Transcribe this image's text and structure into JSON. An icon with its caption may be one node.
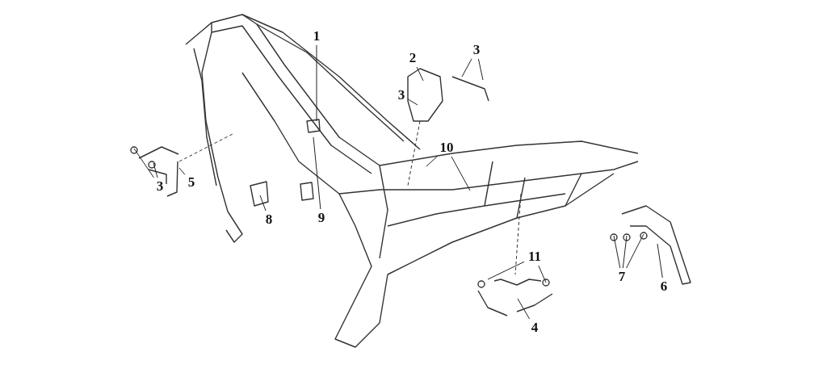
{
  "diagram": {
    "nodes": [
      {
        "text": [
          "1"
        ]
      },
      {
        "text": [
          "2"
        ]
      },
      {
        "text": [
          "3"
        ]
      },
      {
        "text": [
          "3"
        ]
      },
      {
        "text": [
          "3"
        ]
      },
      {
        "text": [
          "5"
        ]
      },
      {
        "text": [
          "8"
        ]
      },
      {
        "text": [
          "9"
        ]
      },
      {
        "text": [
          "10"
        ]
      },
      {
        "text": [
          "11"
        ]
      },
      {
        "text": [
          "4"
        ]
      },
      {
        "text": [
          "7"
        ]
      },
      {
        "text": [
          "6"
        ]
      }
    ],
    "edges": [
      {
        "from": 0,
        "to": null,
        "arrow": "none"
      },
      {
        "from": 1,
        "to": null,
        "arrow": "none"
      },
      {
        "from": 2,
        "to": null,
        "arrow": "none"
      },
      {
        "from": 2,
        "to": null,
        "arrow": "none"
      },
      {
        "from": 3,
        "to": null,
        "arrow": "none"
      },
      {
        "from": 4,
        "to": null,
        "arrow": "none"
      },
      {
        "from": 4,
        "to": null,
        "arrow": "none"
      },
      {
        "from": 5,
        "to": null,
        "arrow": "none"
      },
      {
        "from": 6,
        "to": null,
        "arrow": "none"
      },
      {
        "from": 7,
        "to": null,
        "arrow": "none"
      },
      {
        "from": 8,
        "to": null,
        "arrow": "none"
      },
      {
        "from": 8,
        "to": null,
        "arrow": "none"
      },
      {
        "from": 9,
        "to": null,
        "arrow": "none"
      },
      {
        "from": 9,
        "to": null,
        "arrow": "none"
      },
      {
        "from": 10,
        "to": null,
        "arrow": "none"
      },
      {
        "from": 11,
        "to": null,
        "arrow": "none"
      },
      {
        "from": 11,
        "to": null,
        "arrow": "none"
      },
      {
        "from": 11,
        "to": null,
        "arrow": "none"
      },
      {
        "from": 12,
        "to": null,
        "arrow": "none"
      }
    ]
  }
}
